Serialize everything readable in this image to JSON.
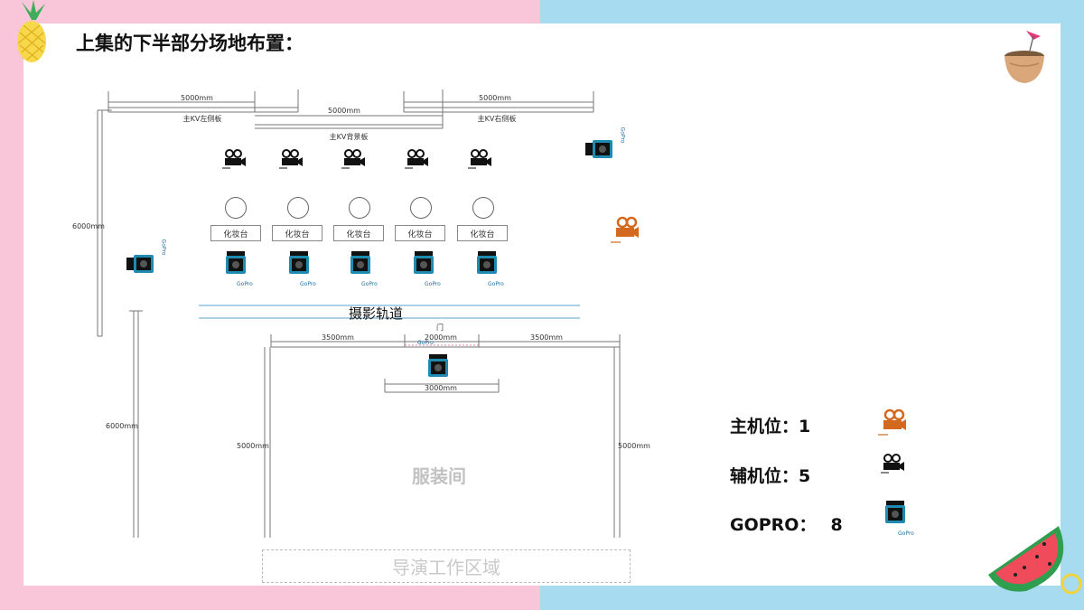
{
  "page": {
    "title": "上集的下半部分场地布置："
  },
  "colors": {
    "bg_left": "#f9c6d9",
    "bg_right": "#a7dbef",
    "main_camera": "#d2691e",
    "gopro_body": "#1f8bb0"
  },
  "dimensions": {
    "kv_left_width": "5000mm",
    "kv_back_width": "5000mm",
    "kv_right_width": "5000mm",
    "left_wall_height": "6000mm",
    "lower_left_height": "6000mm",
    "room_left_segment": "3500mm",
    "door_width": "2000mm",
    "room_right_segment": "3500mm",
    "room_left_height": "5000mm",
    "room_right_height": "5000mm",
    "bench_width": "3000mm"
  },
  "labels": {
    "kv_left": "主KV左侧板",
    "kv_back": "主KV背景板",
    "kv_right": "主KV右侧板",
    "door": "门",
    "camera_track": "摄影轨道",
    "costume_room": "服装间",
    "director_area": "导演工作区域",
    "gopro_tag": "GoPro"
  },
  "makeup_tables": [
    "化妆台",
    "化妆台",
    "化妆台",
    "化妆台",
    "化妆台"
  ],
  "legend": [
    {
      "label": "主机位：",
      "count": "1",
      "icon": "main-camera-icon"
    },
    {
      "label": "辅机位：",
      "count": "5",
      "icon": "aux-camera-icon"
    },
    {
      "label": "GOPRO：",
      "count": "8",
      "icon": "gopro-icon"
    }
  ]
}
